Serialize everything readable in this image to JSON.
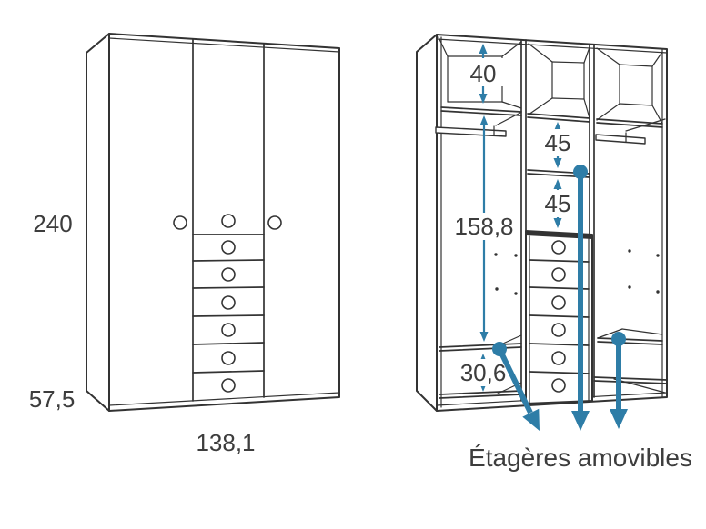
{
  "title": "Wardrobe technical drawing with dimensions",
  "exterior_view": {
    "height": "240",
    "depth": "57,5",
    "width": "138,1"
  },
  "interior_view": {
    "top_gap": "40",
    "shelf_gap_upper": "45",
    "shelf_gap_lower": "45",
    "side_height": "158,8",
    "base_gap": "30,6",
    "caption": "Étagères amovibles"
  },
  "colors": {
    "line": "#333333",
    "accent": "#2e7da7",
    "text": "#3d3d3d",
    "background": "#ffffff"
  }
}
